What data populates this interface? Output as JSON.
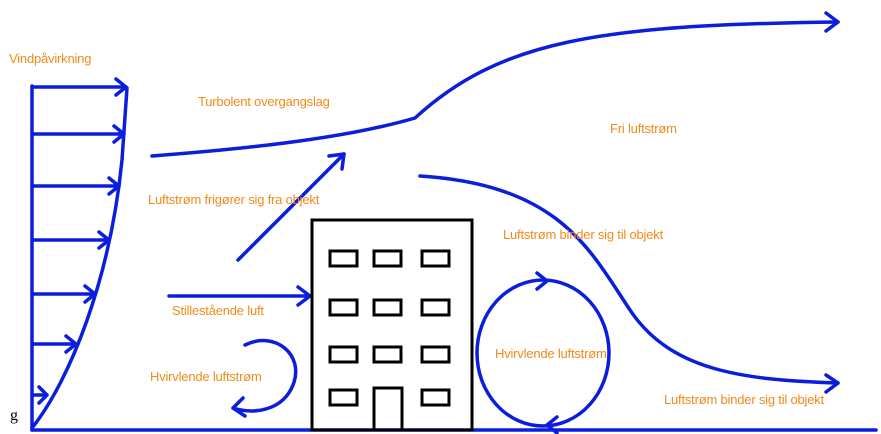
{
  "labels": {
    "wind_impact": "Vindpåvirkning",
    "turbulent_layer": "Turbolent overgangslag",
    "free_airflow": "Fri luftstrøm",
    "airflow_separates": "Luftstrøm frigører sig fra objekt",
    "airflow_attaches_top": "Luftstrøm binder sig til objekt",
    "still_air": "Stillestående luft",
    "swirling_left": "Hvirvlende luftstrøm",
    "swirling_right": "Hvirvlende luftstrøm",
    "airflow_attaches_bottom": "Luftstrøm binder sig til objekt",
    "stray_glyph": "g"
  },
  "colors": {
    "flow": "#0a1edc",
    "label": "#f08a1c",
    "building": "#000000",
    "background": "#ffffff"
  }
}
